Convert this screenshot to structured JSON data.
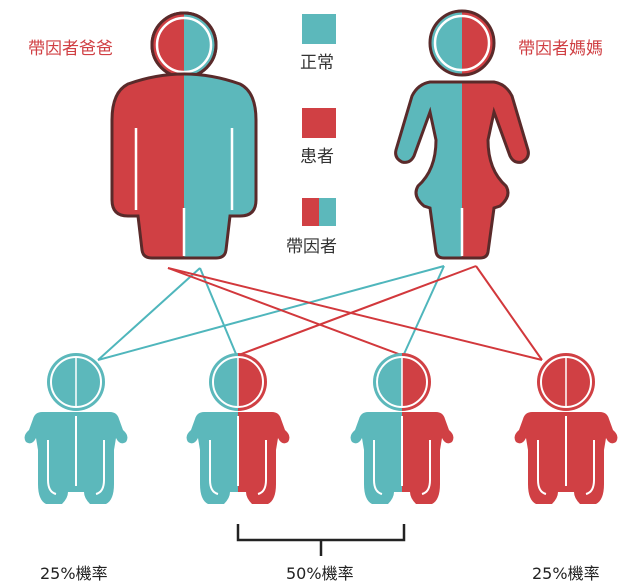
{
  "colors": {
    "normal": "#5cb8bb",
    "affected": "#d04044",
    "outline": "#5a2a2a",
    "line_teal": "#4fb6bc",
    "line_red": "#d2383c",
    "bracket": "#222222"
  },
  "parents": {
    "father_label": "帶因者爸爸",
    "mother_label": "帶因者媽媽"
  },
  "legend": {
    "normal_label": "正常",
    "affected_label": "患者",
    "carrier_label": "帶因者"
  },
  "children": [
    {
      "status": "normal"
    },
    {
      "status": "carrier"
    },
    {
      "status": "carrier"
    },
    {
      "status": "affected"
    }
  ],
  "probabilities": {
    "left": "25%機率",
    "middle": "50%機率",
    "right": "25%機率"
  }
}
